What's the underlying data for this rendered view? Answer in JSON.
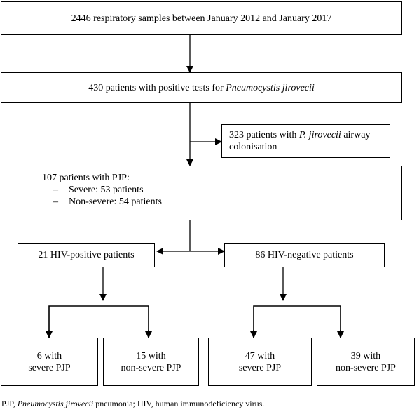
{
  "boxes": {
    "samples": "2446 respiratory samples between January 2012 and January 2017",
    "positive_prefix": "430 patients with positive tests for ",
    "positive_species": "Pneumocystis jirovecii",
    "colonisation_prefix": "323 patients with ",
    "colonisation_species": "P. jirovecii",
    "colonisation_suffix": " airway colonisation",
    "pjp_heading": "107 patients with PJP:",
    "pjp_items": [
      "Severe: 53 patients",
      "Non-severe: 54 patients"
    ],
    "hiv_positive": "21 HIV-positive patients",
    "hiv_negative": "86 HIV-negative patients",
    "outcomes": [
      {
        "line1": "6 with",
        "line2": "severe PJP"
      },
      {
        "line1": "15 with",
        "line2": "non-severe PJP"
      },
      {
        "line1": "47 with",
        "line2": "severe PJP"
      },
      {
        "line1": "39 with",
        "line2": "non-severe PJP"
      }
    ]
  },
  "caption": {
    "prefix": "PJP, ",
    "species": "Pneumocystis jirovecii",
    "suffix": " pneumonia; HIV, human immunodeficiency virus."
  }
}
